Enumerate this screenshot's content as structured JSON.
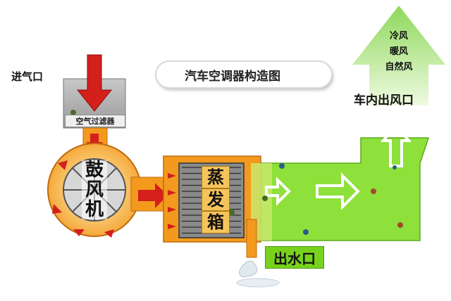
{
  "diagram": {
    "title": "汽车空调器构造图",
    "inlet_label": "进气口",
    "filter_label": "空气过滤器",
    "blower_label": [
      "鼓",
      "风",
      "机"
    ],
    "evaporator_label": [
      "蒸",
      "发",
      "箱"
    ],
    "drain_label": "出水口",
    "outlet_label": "车内出风口",
    "air_modes": [
      "冷风",
      "暖风",
      "自然风"
    ]
  },
  "colors": {
    "orange": "#f39a1e",
    "green": "#8ee03a",
    "red_arrow": "#d3201b",
    "grey": "#a9a9a9",
    "outlet_arrow": "#a8e878"
  }
}
